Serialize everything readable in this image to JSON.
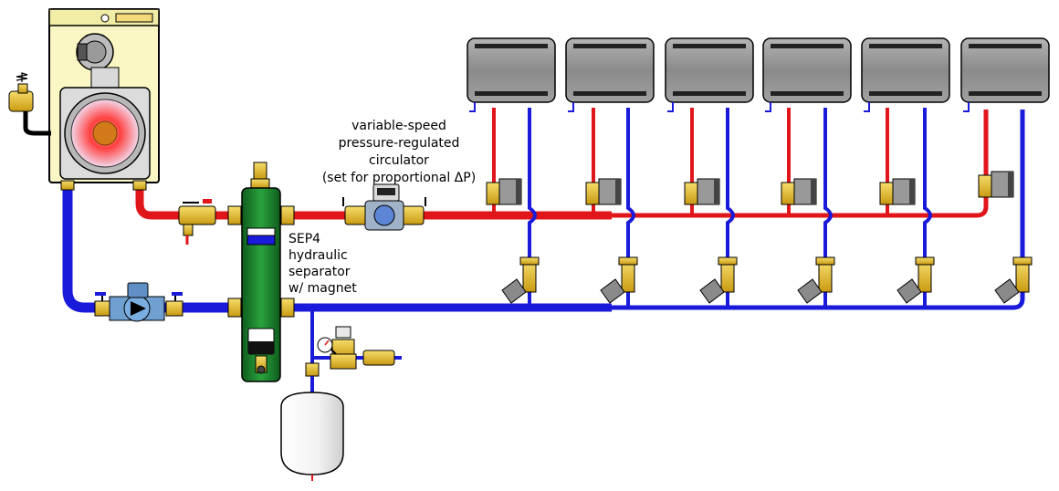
{
  "labels": {
    "circulator_line1": "variable-speed",
    "circulator_line2": "pressure-regulated",
    "circulator_line3": "circulator",
    "circulator_line4": "(set for proportional ΔP)",
    "separator_line1": "SEP4",
    "separator_line2": "hydraulic",
    "separator_line3": "separator",
    "separator_line4": "w/ magnet"
  },
  "colors": {
    "supply_pipe": "#e0161b",
    "return_pipe": "#1a1adb",
    "separator_body": "#1e8a2f",
    "brass": "#e9c02a",
    "boiler_housing": "#fbf7c4",
    "heat_emitter": "#8c8c8c",
    "actuator": "#9a9a9a"
  },
  "icons": {
    "boiler": "boiler-icon",
    "burner_flame": "flame-icon",
    "relief_valve": "relief-valve-icon",
    "boiler_circulator": "circulator-pump-icon",
    "system_circulator": "variable-speed-circulator-icon",
    "hydraulic_separator": "hydraulic-separator-icon",
    "expansion_tank": "expansion-tank-icon",
    "pressure_gauge": "pressure-gauge-icon",
    "fill_valve": "pressure-reducing-valve-icon",
    "panel_radiator": "panel-radiator-icon",
    "thermostatic_valve": "thermostatic-valve-icon",
    "balancing_valve": "balancing-valve-icon"
  },
  "radiator_count": 6
}
